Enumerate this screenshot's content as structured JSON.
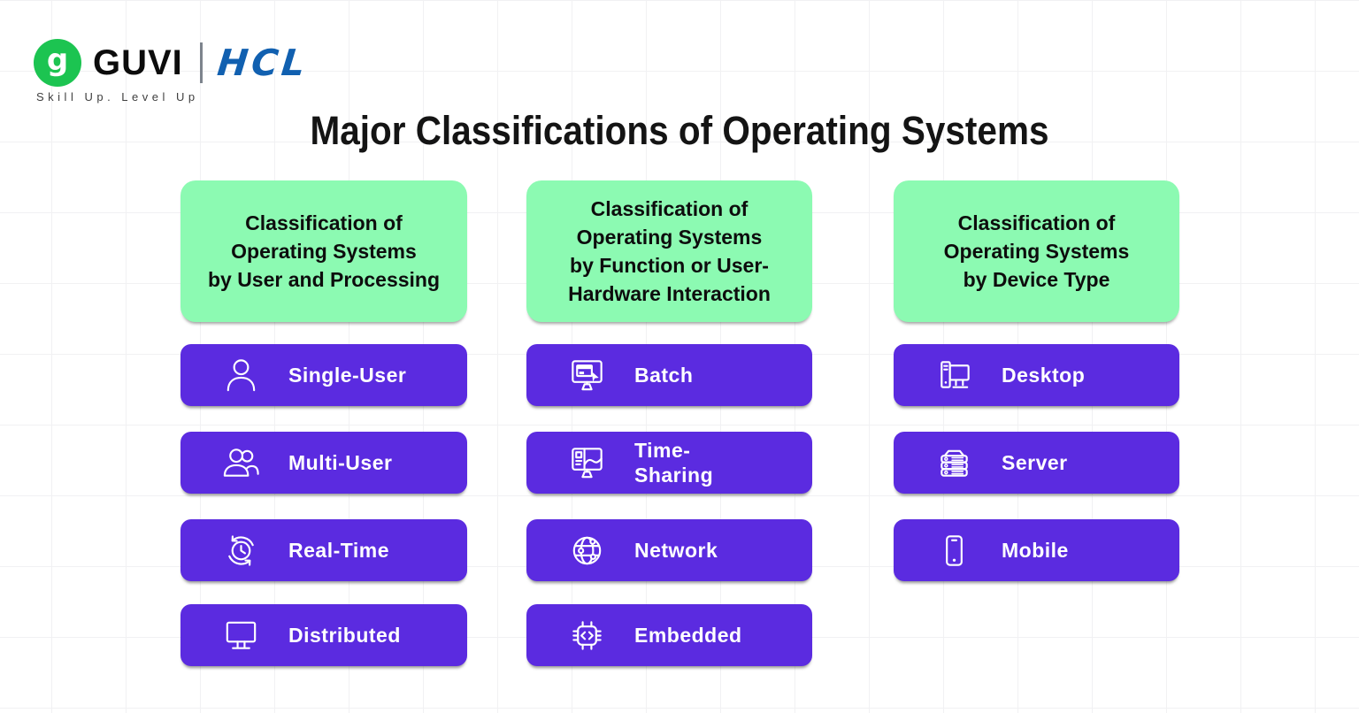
{
  "brand": {
    "logo_letter": "g",
    "guvi_text": "GUVI",
    "hcl_text": "HCL",
    "tagline": "Skill Up. Level Up"
  },
  "title": "Major Classifications of Operating Systems",
  "colors": {
    "guvi_green": "#1cc451",
    "hcl_blue": "#1160b0",
    "card_green": "#8cfab2",
    "button_purple": "#5b2be0",
    "title_color": "#141414",
    "button_text": "#ffffff"
  },
  "columns": [
    {
      "header": "Classification of\nOperating Systems\nby User and Processing",
      "items": [
        {
          "label": "Single-User",
          "icon": "single-user-icon"
        },
        {
          "label": "Multi-User",
          "icon": "multi-user-icon"
        },
        {
          "label": "Real-Time",
          "icon": "real-time-clock-icon"
        },
        {
          "label": "Distributed",
          "icon": "monitor-icon"
        }
      ]
    },
    {
      "header": "Classification of\nOperating Systems\nby Function or User-\nHardware Interaction",
      "items": [
        {
          "label": "Batch",
          "icon": "batch-monitor-cursor-icon"
        },
        {
          "label": "Time-\nSharing",
          "icon": "time-sharing-monitor-icon"
        },
        {
          "label": "Network",
          "icon": "globe-network-icon"
        },
        {
          "label": "Embedded",
          "icon": "embedded-chip-icon"
        }
      ]
    },
    {
      "header": "Classification of\nOperating Systems\nby Device Type",
      "items": [
        {
          "label": "Desktop",
          "icon": "desktop-computer-icon"
        },
        {
          "label": "Server",
          "icon": "server-stack-icon"
        },
        {
          "label": "Mobile",
          "icon": "mobile-phone-icon"
        }
      ]
    }
  ]
}
